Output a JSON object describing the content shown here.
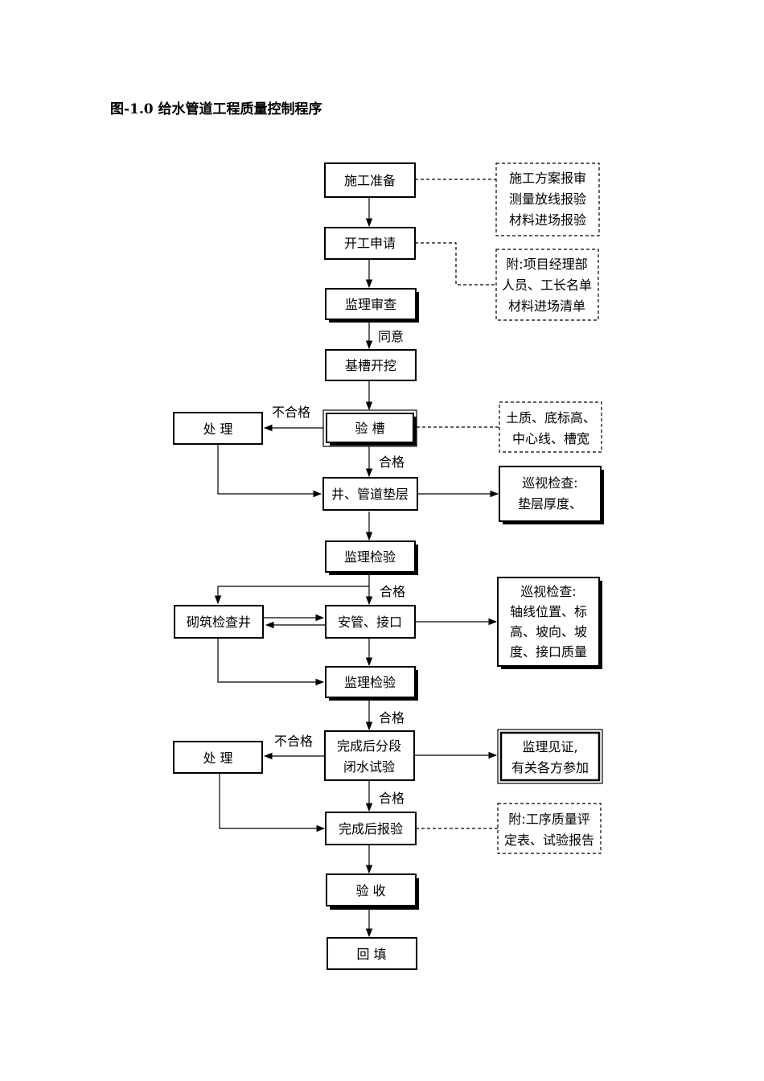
{
  "title": "图-1.0  给水管道工程质量控制程序",
  "nodes": {
    "prepare": "施工准备",
    "apply": "开工申请",
    "review": "监理审查",
    "excavate": "基槽开挖",
    "trench_check": "验  槽",
    "handle1": "处  理",
    "cushion": "井、管道垫层",
    "inspect1": "监理检验",
    "masonry": "砌筑检查井",
    "install": "安管、接口",
    "inspect2": "监理检验",
    "water_test": [
      "完成后分段",
      "闭水试验"
    ],
    "handle2": "处  理",
    "report": "完成后报验",
    "accept": "验  收",
    "backfill": "回  填"
  },
  "notes": {
    "prepare_docs": [
      "施工方案报审",
      "测量放线报验",
      "材料进场报验"
    ],
    "apply_docs": [
      "附:项目经理部",
      "人员、工长名单",
      "材料进场清单"
    ],
    "trench_items": [
      "土质、底标高、",
      "中心线、槽宽"
    ],
    "cushion_patrol": [
      "巡视检查:",
      "垫层厚度、"
    ],
    "install_patrol": [
      "巡视检查:",
      "轴线位置、标",
      "高、坡向、坡",
      "度、接口质量"
    ],
    "witness": [
      "监理见证,",
      "有关各方参加"
    ],
    "report_docs": [
      "附:工序质量评",
      "定表、试验报告"
    ]
  },
  "labels": {
    "agree": "同意",
    "pass": "合格",
    "fail": "不合格"
  }
}
